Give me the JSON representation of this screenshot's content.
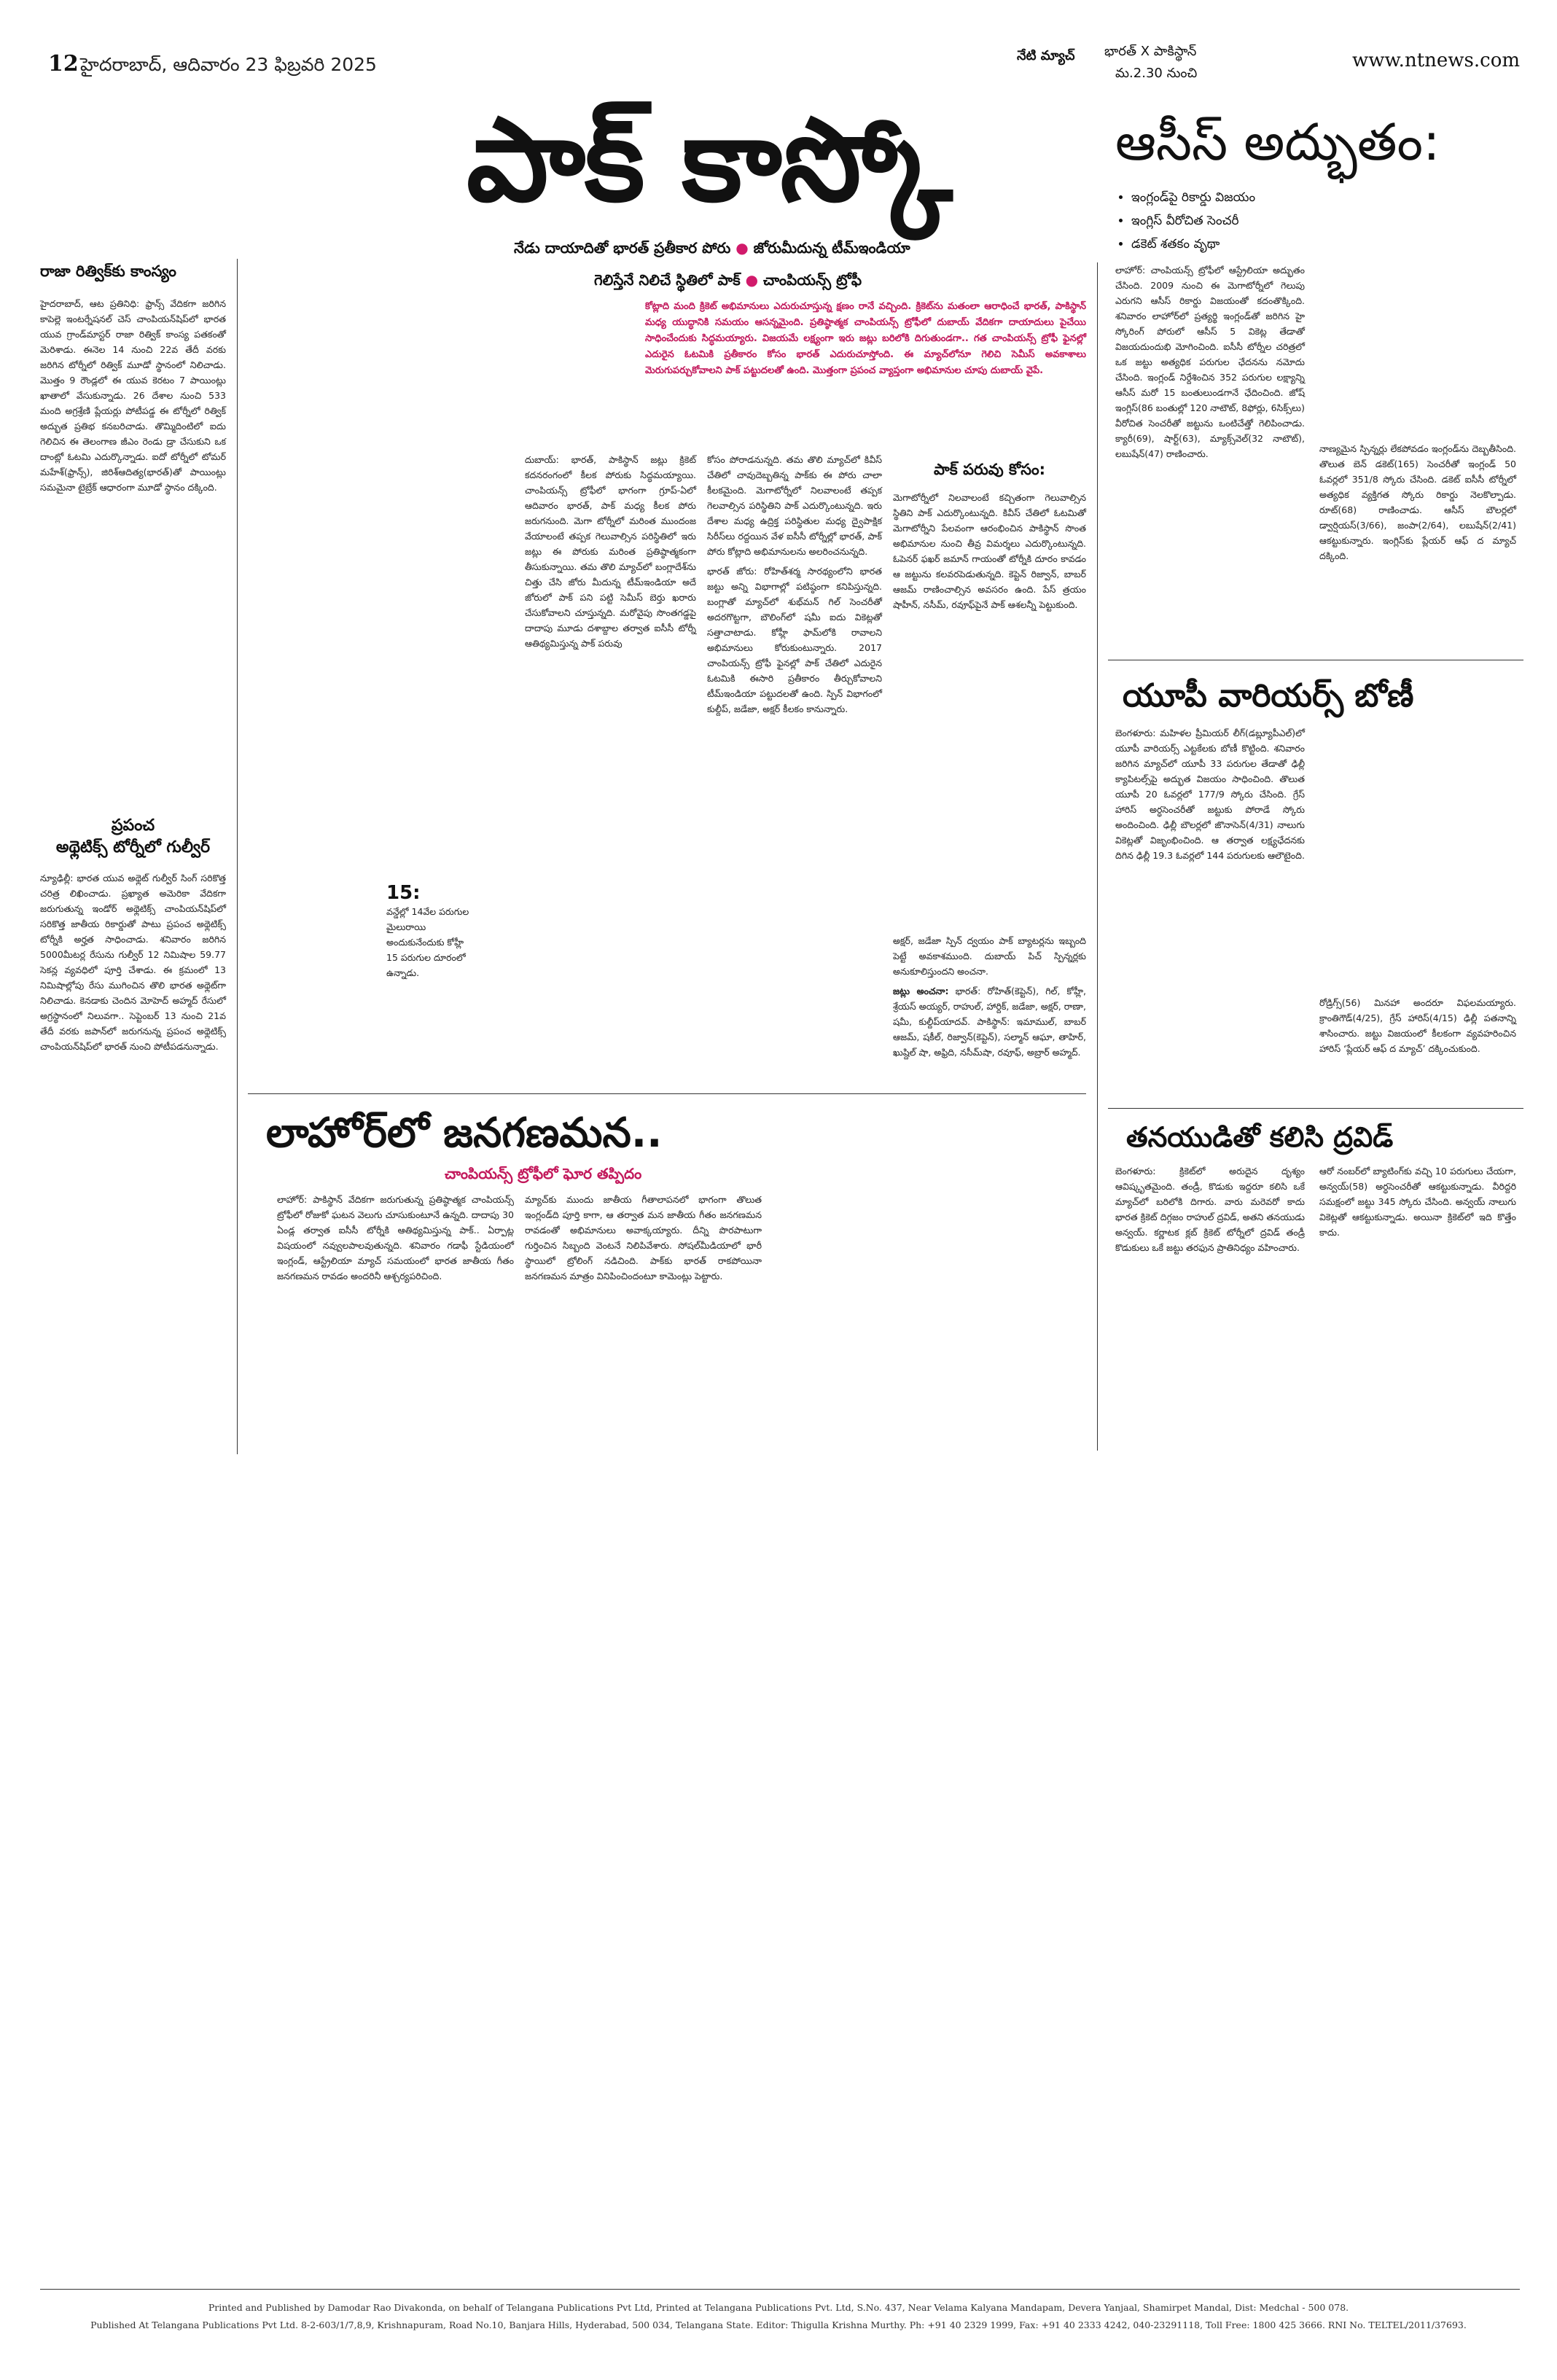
{
  "masthead": {
    "page_no": "12",
    "date": "హైదరాబాద్, ఆదివారం 23 ఫిబ్రవరి 2025",
    "match_label": "నేటి మ్యాచ్",
    "match_teams": "భారత్ X పాకిస్థాన్",
    "match_time": "మ.2.30 నుంచి",
    "website": "www.ntnews.com"
  },
  "main": {
    "headline": "పాక్ కాస్కో",
    "sub1a": "నేడు దాయాదితో భారత్ ప్రతీకార పోరు",
    "sub1b": "జోరుమీదున్న టీమ్ఇండియా",
    "sub2a": "గెలిస్తేనే నిలిచే స్థితిలో పాక్",
    "sub2b": "చాంపియన్స్ ట్రోఫీ",
    "intro": "కోట్లాది మంది క్రికెట్ అభిమానులు ఎదురుచూస్తున్న క్షణం రానే వచ్చింది. క్రికెట్‌ను మతంలా ఆరాధించే భారత్, పాకిస్థాన్ మధ్య యుద్ధానికి సమయం ఆసన్నమైంది. ప్రతిష్ఠాత్మక చాంపియన్స్ ట్రోఫీలో దుబాయ్ వేదికగా దాయాదులు పైచేయి సాధించేందుకు సిద్ధమయ్యారు. విజయమే లక్ష్యంగా ఇరు జట్లు బరిలోకి దిగుతుండగా.. గత చాంపియన్స్ ట్రోఫీ ఫైనల్లో ఎదురైన ఓటమికి ప్రతీకారం కోసం భారత్ ఎదురుచూస్తోంది. ఈ మ్యాచ్‌లోనూ గెలిచి సెమీస్ అవకాశాలు మెరుగుపర్చుకోవాలని పాక్ పట్టుదలతో ఉంది. మొత్తంగా ప్రపంచ వ్యాప్తంగా అభిమానుల చూపు దుబాయ్ వైపే.",
    "col1": [
      "దుబాయ్: భారత్, పాకిస్థాన్ జట్లు క్రికెట్ కదనరంగంలో కీలక పోరుకు సిద్ధమయ్యాయి. చాంపియన్స్ ట్రోఫీలో భాగంగా గ్రూప్-ఏలో ఆదివారం భారత్, పాక్ మధ్య కీలక పోరు జరుగనుంది. మెగా టోర్నీలో మరింత ముందంజ వేయాలంటే తప్పక గెలువాల్సిన పరిస్థితిలో ఇరు జట్లు ఈ పోరుకు మరింత ప్రతిష్ఠాత్మకంగా తీసుకున్నాయి. తమ తొలి మ్యాచ్‌లో బంగ్లాదేశ్‌ను చిత్తు చేసి జోరు మీదున్న టీమ్ఇండియా అదే జోరులో పాక్ పని పట్టి సెమీస్‌ బెర్తు ఖరారు చేసుకోవాలని చూస్తున్నది. మరోవైపు సొంతగడ్డపై దాదాపు మూడు దశాబ్దాల తర్వాత ఐసీసీ టోర్నీ ఆతిథ్యమిస్తున్న పాక్ పరువు"
    ],
    "col2": [
      "కోసం పోరాడనున్నది. తమ తొలి మ్యాచ్‌లో కివీస్ చేతిలో చావుదెబ్బతిన్న పాక్‌కు ఈ పోరు చాలా కీలకమైంది. మెగాటోర్నీలో నిలవాలంటే తప్పక గెలవాల్సిన పరిస్థితిని పాక్ ఎదుర్కొంటున్నది. ఇరు దేశాల మధ్య ఉద్రిక్త పరిస్థితుల మధ్య ద్వైపాక్షిక సిరీస్‌లు రద్దయిన వేళ ఐసీసీ టోర్నీల్లో భారత్, పాక్ పోరు కోట్లాది అభిమానులను అలరించనున్నది.",
      "భారత్ జోరు: రోహిత్‌శర్మ సారథ్యంలోని భారత జట్టు అన్ని విభాగాల్లో పటిష్ఠంగా కనిపిస్తున్నది. బంగ్లాతో మ్యాచ్‌లో శుభ్‌మన్ గిల్ సెంచరీతో అదరగొట్టగా, బౌలింగ్‌లో షమీ ఐదు వికెట్లతో సత్తాచాటాడు. కోహ్లీ ఫామ్‌లోకి రావాలని అభిమానులు కోరుకుంటున్నారు. 2017 చాంపియన్స్ ట్రోఫీ ఫైనల్లో పాక్ చేతిలో ఎదురైన ఓటమికి ఈసారి ప్రతీకారం తీర్చుకోవాలని టీమ్ఇండియా పట్టుదలతో ఉంది. స్పిన్ విభాగంలో కుల్దీప్, జడేజా, అక్షర్ కీలకం కానున్నారు."
    ],
    "col3_head": "పాక్ పరువు కోసం:",
    "col3": [
      "మెగాటోర్నీలో నిలవాలంటే కచ్చితంగా గెలువాల్సిన స్థితిని పాక్ ఎదుర్కొంటున్నది. కివీస్ చేతిలో ఓటమితో మెగాటోర్నీని పేలవంగా ఆరంభించిన పాకిస్థాన్ సొంత అభిమానుల నుంచి తీవ్ర విమర్శలు ఎదుర్కొంటున్నది. ఓపెనర్ ఫఖర్ జమాన్ గాయంతో టోర్నీకి దూరం కావడం ఆ జట్టును కలవరపెడుతున్నది. కెప్టెన్ రిజ్వాన్, బాబర్ ఆజమ్ రాణించాల్సిన అవసరం ఉంది. పేస్ త్రయం షాహీన్, నసీమ్, రవూఫ్‌పైనే పాక్ ఆశలన్నీ పెట్టుకుంది.",
      "అక్షర్, జడేజా స్పిన్ ద్వయం పాక్ బ్యాటర్లను ఇబ్బంది పెట్టే అవకాశముంది. దుబాయ్ పిచ్ స్పిన్నర్లకు అనుకూలిస్తుందని అంచనా."
    ],
    "squads_label": "జట్లు అంచనా:",
    "squads": "భారత్: రోహిత్(కెప్టెన్), గిల్, కోహ్లీ, శ్రేయస్ అయ్యర్, రాహుల్, హార్దిక్, జడేజా, అక్షర్, రాణా, షమీ, కుల్దీప్‌యాదవ్. పాకిస్థాన్: ఇమాముల్, బాబర్ ఆజమ్, షకీల్, రిజ్వాన్(కెప్టెన్), సల్మాన్ ఆఘా, తాహిర్, ఖుష్దిల్ షా, అఫ్రిది, నసీమ్‌షా, రవూఫ్, అబ్రార్ అహ్మద్."
  },
  "pull": {
    "number": "15:",
    "text": "వన్డేల్లో 14వేల పరుగుల మైలురాయి అందుకునేందుకు కోహ్లీ 15 పరుగుల దూరంలో ఉన్నాడు."
  },
  "left": {
    "h1": "రాజా రిత్విక్‌కు కాంస్యం",
    "p1": "హైదరాబాద్, ఆట ప్రతినిధి: ఫ్రాన్స్ వేదికగా జరిగిన కాపెల్లె ఇంటర్నేషనల్ చెస్ చాంపియన్‌షిప్‌లో భారత యువ గ్రాండ్‌మాస్టర్ రాజా రిత్విక్ కాంస్య పతకంతో మెరిశాడు. ఈనెల 14 నుంచి 22వ తేదీ వరకు జరిగిన టోర్నీలో రిత్విక్ మూడో స్థానంలో నిలిచాడు. మొత్తం 9 రౌండ్లలో ఈ యువ కెరటం 7 పాయింట్లు ఖాతాలో వేసుకున్నాడు. 26 దేశాల నుంచి 533 మంది అగ్రశ్రేణి ప్లేయర్లు పోటీపడ్డ ఈ టోర్నీలో రిత్విక్ అద్భుత ప్రతిభ కనబరిచాడు. తొమ్మిదింటిలో ఐదు గెలిచిన ఈ తెలంగాణ జీఎం రెండు డ్రా చేసుకుని ఒక దాంట్లో ఓటమి ఎదుర్కొన్నాడు. ఐదో టోర్నీలో టోమర్ మహేశ్(ఫ్రాన్స్), జిరిశ్‌ఆదిత్య(భారత్)తో పాయింట్లు సమమైనా టైబ్రేక్ ఆధారంగా మూడో స్థానం దక్కింది.",
    "h2a": "ప్రపంచ",
    "h2b": "అథ్లెటిక్స్ టోర్నీలో గుల్వీర్",
    "p2": "న్యూఢిల్లీ: భారత యువ అథ్లెట్ గుల్వీర్ సింగ్ సరికొత్త చరిత్ర లిఖించాడు. ప్రఖ్యాత అమెరికా వేదికగా జరుగుతున్న ఇండోర్ అథ్లెటిక్స్ చాంపియన్‌షిప్‌లో సరికొత్త జాతీయ రికార్డుతో పాటు ప్రపంచ అథ్లెటిక్స్ టోర్నీకి అర్హత సాధించాడు. శనివారం జరిగిన 5000మీటర్ల రేసును గుల్వీర్ 12 నిమిషాల 59.77 సెకన్ల వ్యవధిలో పూర్తి చేశాడు. ఈ క్రమంలో 13 నిమిషాల్లోపు రేసు ముగించిన తొలి భారత అథ్లెట్‌గా నిలిచాడు. కెనడాకు చెందిన మోహెద్ అహ్మద్ రేసులో అగ్రస్థానంలో నిలువగా.. సెప్టెంబర్ 13 నుంచి 21వ తేదీ వరకు జపాన్‌లో జరుగనున్న ప్రపంచ అథ్లెటిక్స్ చాంపియన్‌షిప్‌లో భారత్ నుంచి పోటీపడనున్నాడు."
  },
  "lahore": {
    "headline": "లాహోర్‌లో జనగణమన..",
    "subhead": "చాంపియన్స్ ట్రోఫీలో ఘోర తప్పిదం",
    "col1": "లాహోర్: పాకిస్థాన్ వేదికగా జరుగుతున్న ప్రతిష్ఠాత్మక చాంపియన్స్ ట్రోఫీలో రోజుకో ఘటన వెలుగు చూసుకుంటూనే ఉన్నది. దాదాపు 30 ఏండ్ల తర్వాత ఐసీసీ టోర్నీకి ఆతిథ్యమిస్తున్న పాక్.. ఏర్పాట్ల విషయంలో నవ్వులపాలవుతున్నది. శనివారం గడాఫీ స్టేడియంలో ఇంగ్లండ్, ఆస్ట్రేలియా మ్యాచ్ సమయంలో భారత జాతీయ గీతం జనగణమన రావడం అందరినీ ఆశ్చర్యపరిచింది.",
    "col2": "మ్యాచ్‌కు ముందు జాతీయ గీతాలాపనలో భాగంగా తొలుత ఇంగ్లండ్‌ది పూర్తి కాగా, ఆ తర్వాత మన జాతీయ గీతం జనగణమన రావడంతో అభిమానులు అవాక్కయ్యారు. దీన్ని పొరపాటుగా గుర్తించిన సిబ్బంది వెంటనే నిలిపివేశారు. సోషల్‌మీడియాలో భారీ స్థాయిలో ట్రోలింగ్ నడిచింది. పాక్‌కు భారత్ రాకపోయినా జనగణమన మాత్రం వినిపించిందంటూ కామెంట్లు పెట్టారు."
  },
  "right": {
    "headline": "ఆసీస్ అద్భుతం:",
    "bullets": [
      "ఇంగ్లండ్‌పై రికార్డు విజయం",
      "ఇంగ్లిస్ వీరోచిత సెంచరీ",
      "డకెట్ శతకం వృథా"
    ],
    "a1": "లాహోర్: చాంపియన్స్ ట్రోఫీలో ఆస్ట్రేలియా అద్భుతం చేసింది. 2009 నుంచి ఈ మెగాటోర్నీలో గెలుపు ఎరుగని ఆసీస్ రికార్డు విజయంతో కదంతొక్కింది. శనివారం లాహోర్‌లో ప్రత్యర్థి ఇంగ్లండ్‌తో జరిగిన హై స్కోరింగ్ పోరులో ఆసీస్ 5 వికెట్ల తేడాతో విజయదుందుభి మోగించింది. ఐసీసీ టోర్నీల చరిత్రలో ఒక జట్టు అత్యధిక పరుగుల ఛేదనను నమోదు చేసింది. ఇంగ్లండ్ నిర్దేశించిన 352 పరుగుల లక్ష్యాన్ని ఆసీస్ మరో 15 బంతులుండగానే ఛేదించింది. జోష్ ఇంగ్లిస్(86 బంతుల్లో 120 నాటౌట్, 8ఫోర్లు, 6సిక్స్‌లు) వీరోచిత సెంచరీతో జట్టును ఒంటిచేత్తో గెలిపించాడు. క్యారీ(69), షార్ట్(63), మ్యాక్స్‌వెల్(32 నాటౌట్), లబుషేన్(47) రాణించారు.",
    "a2": "నాణ్యమైన స్పిన్నర్లు లేకపోవడం ఇంగ్లండ్‌ను దెబ్బతీసింది. తొలుత బెన్ డకెట్(165) సెంచరీతో ఇంగ్లండ్ 50 ఓవర్లలో 351/8 స్కోరు చేసింది. డకెట్ ఐసీసీ టోర్నీలో అత్యధిక వ్యక్తిగత స్కోరు రికార్డు నెలకొల్పాడు. రూట్(68) రాణించాడు. ఆసీస్ బౌలర్లలో డ్వార్షియస్(3/66), జంపా(2/64), లబుషేన్(2/41) ఆకట్టుకున్నారు. ఇంగ్లిస్‌కు ప్లేయర్ ఆఫ్ ద మ్యాచ్ దక్కింది.",
    "h_up": "యూపీ వారియర్స్ బోణీ",
    "b1": "బెంగళూరు: మహిళల ప్రీమియర్ లీగ్(డబ్ల్యూపీఎల్)లో యూపీ వారియర్స్ ఎట్టకేలకు బోణీ కొట్టింది. శనివారం జరిగిన మ్యాచ్‌లో యూపీ 33 పరుగుల తేడాతో ఢిల్లీ క్యాపిటల్స్‌పై అద్భుత విజయం సాధించింది. తొలుత యూపీ 20 ఓవర్లలో 177/9 స్కోరు చేసింది. గ్రేస్ హారిస్ అర్ధసెంచరీతో జట్టుకు పోరాడే స్కోరు అందించింది. ఢిల్లీ బౌలర్లలో జొనాసెన్(4/31) నాలుగు వికెట్లతో విజృంభించింది. ఆ తర్వాత లక్ష్యఛేదనకు దిగిన ఢిల్లీ 19.3 ఓవర్లలో 144 పరుగులకు ఆలౌటైంది.",
    "b2": "రోడ్రిగ్స్(56) మినహా అందరూ విఫలమయ్యారు. క్రాంతిగౌడ్(4/25), గ్రేస్ హారిస్(4/15) ఢిల్లీ పతనాన్ని శాసించారు. జట్టు విజయంలో కీలకంగా వ్యవహరించిన హారిస్ ‘ప్లేయర్ ఆఫ్ ద మ్యాచ్’ దక్కించుకుంది.",
    "h_dravid": "తనయుడితో కలిసి ద్రవిడ్",
    "c1": "బెంగళూరు: క్రికెట్‌లో అరుదైన దృశ్యం ఆవిష్కృతమైంది. తండ్రీ, కొడుకు ఇద్దరూ కలిసి ఒకే మ్యాచ్‌లో బరిలోకి దిగారు. వారు మరెవరో కాదు భారత క్రికెట్ దిగ్గజం రాహుల్ ద్రవిడ్, అతని తనయుడు అన్వయ్. కర్ణాటక క్లబ్ క్రికెట్ టోర్నీలో ద్రవిడ్ తండ్రీ కొడుకులు ఒకే జట్టు తరఫున ప్రాతినిధ్యం వహించారు.",
    "c2": "ఆరో నంబర్‌లో బ్యాటింగ్‌కు వచ్చి 10 పరుగులు చేయగా, అన్వయ్(58) అర్ధసెంచరీతో ఆకట్టుకున్నాడు. వీరిద్దరి సమక్షంలో జట్టు 345 స్కోరు చేసింది. అన్వయ్ నాలుగు వికెట్లతో ఆకట్టుకున్నాడు. అయినా క్రికెట్‌లో ఇది కొత్తేం కాదు."
  },
  "footer": {
    "line1": "Printed and Published by Damodar Rao Divakonda, on behalf of Telangana Publications Pvt Ltd, Printed at Telangana Publications Pvt. Ltd, S.No. 437, Near Velama Kalyana Mandapam, Devera Yanjaal, Shamirpet Mandal, Dist: Medchal - 500 078.",
    "line2": "Published At Telangana Publications Pvt Ltd. 8-2-603/1/7,8,9, Krishnapuram, Road No.10, Banjara Hills, Hyderabad, 500 034, Telangana State.  Editor: Thigulla Krishna Murthy.  Ph: +91 40 2329 1999, Fax: +91 40 2333 4242, 040-23291118, Toll Free: 1800 425 3666. RNI No. TELTEL/2011/37693."
  }
}
